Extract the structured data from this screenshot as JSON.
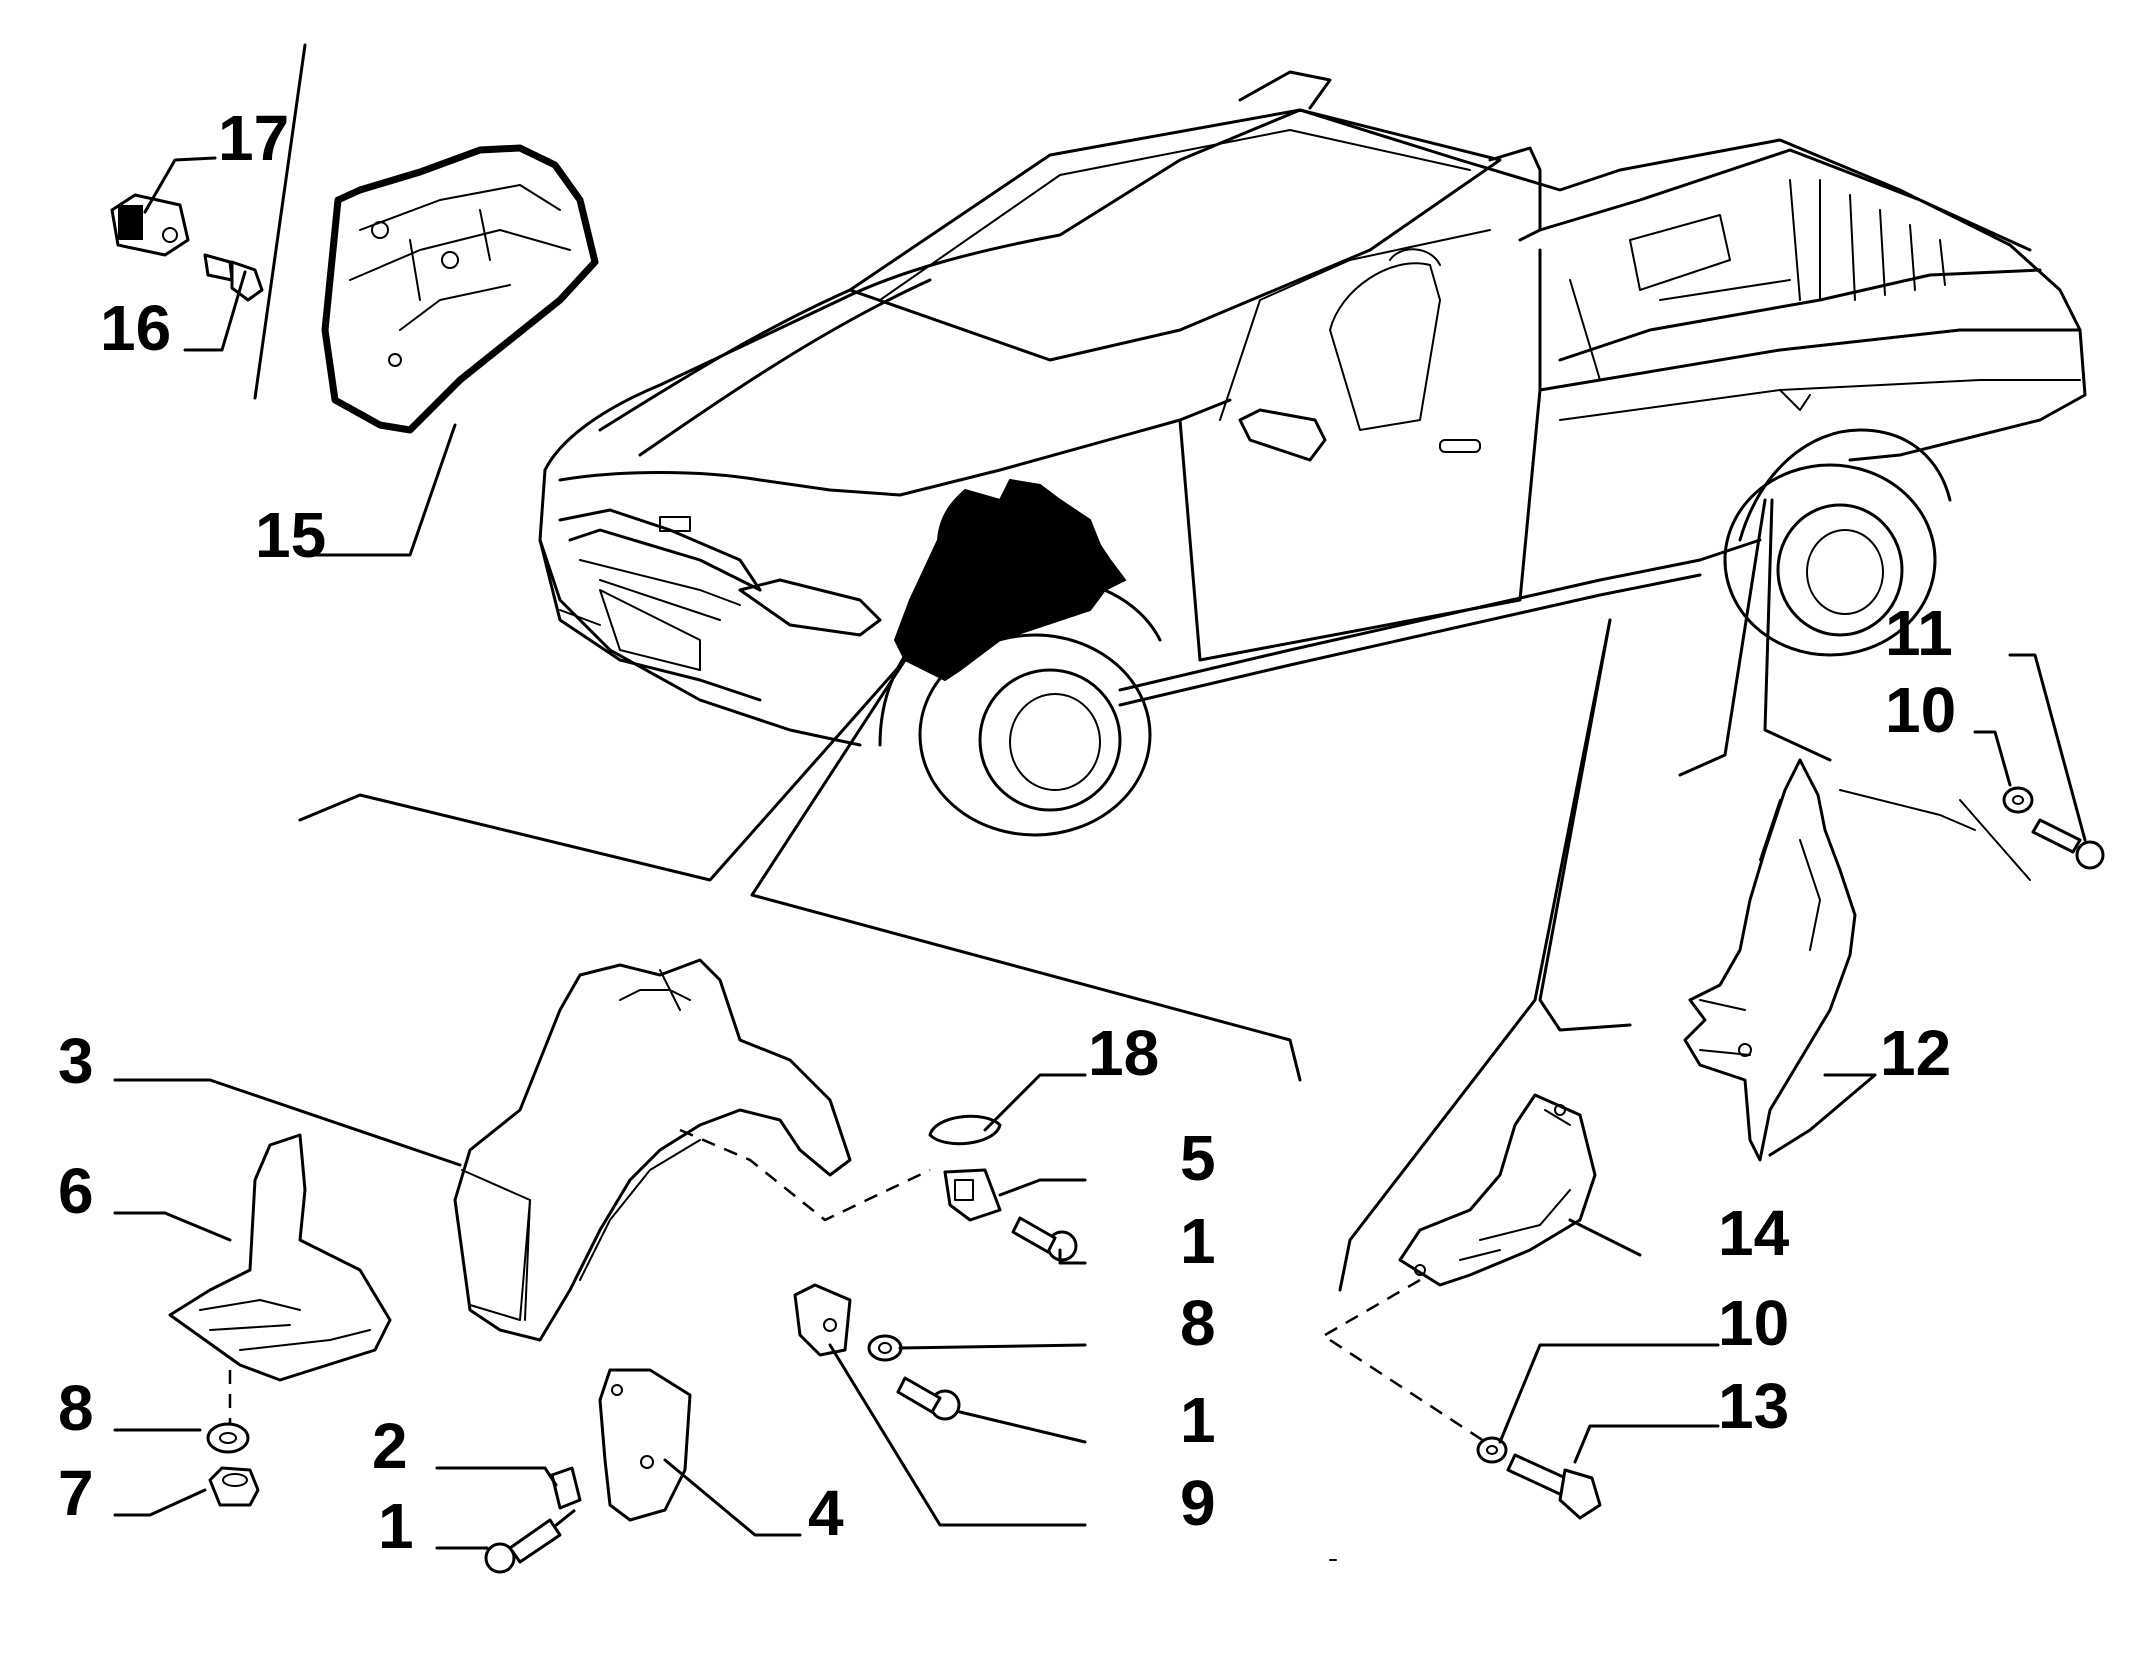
{
  "callouts": {
    "c17": "17",
    "c16": "16",
    "c15": "15",
    "c11": "11",
    "c10a": "10",
    "c3": "3",
    "c18": "18",
    "c12": "12",
    "c6": "6",
    "c5": "5",
    "c1a": "1",
    "c14": "14",
    "c8a": "8",
    "c10b": "10",
    "c8b": "8",
    "c13": "13",
    "c1b": "1",
    "c7": "7",
    "c2": "2",
    "c1c": "1",
    "c4": "4",
    "c9": "9"
  },
  "colors": {
    "ink": "#000000",
    "paper": "#ffffff"
  }
}
